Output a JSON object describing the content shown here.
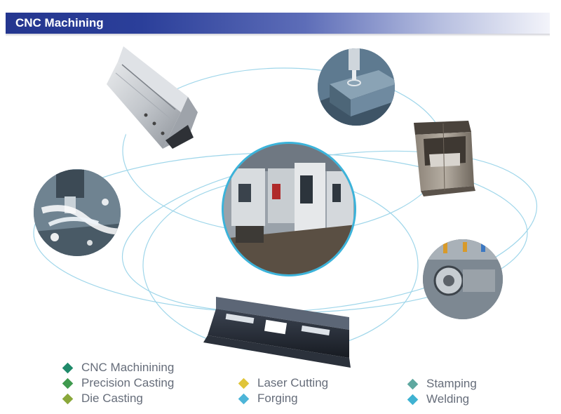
{
  "header": {
    "title": "CNC Machining"
  },
  "colors": {
    "header_start": "#24368f",
    "ellipse_line": "#9fd6ea",
    "center_ring": "#3bb3da"
  },
  "images": [
    {
      "name": "aluminum-extrusion-rail-image",
      "icon": "aluminum-rail"
    },
    {
      "name": "drilling-spindle-image",
      "icon": "drill-spindle"
    },
    {
      "name": "sheet-metal-box-image",
      "icon": "metal-box"
    },
    {
      "name": "coolant-milling-image",
      "icon": "coolant-mill"
    },
    {
      "name": "machine-shop-floor-image",
      "icon": "cnc-machines"
    },
    {
      "name": "lathe-chuck-image",
      "icon": "lathe-chuck"
    },
    {
      "name": "steel-bracket-image",
      "icon": "bent-bracket"
    }
  ],
  "legend": {
    "column1": [
      {
        "label": "CNC Machinining",
        "color": "#1f8a6a"
      },
      {
        "label": "Precision Casting",
        "color": "#3f9a4e"
      },
      {
        "label": "Die Casting",
        "color": "#8aa83a"
      }
    ],
    "column2": [
      {
        "label": "Laser Cutting",
        "color": "#e0c53a"
      },
      {
        "label": "Forging",
        "color": "#4db5d8"
      }
    ],
    "column3": [
      {
        "label": "Stamping",
        "color": "#5fa8a0"
      },
      {
        "label": "Welding",
        "color": "#3fb2d2"
      }
    ]
  }
}
